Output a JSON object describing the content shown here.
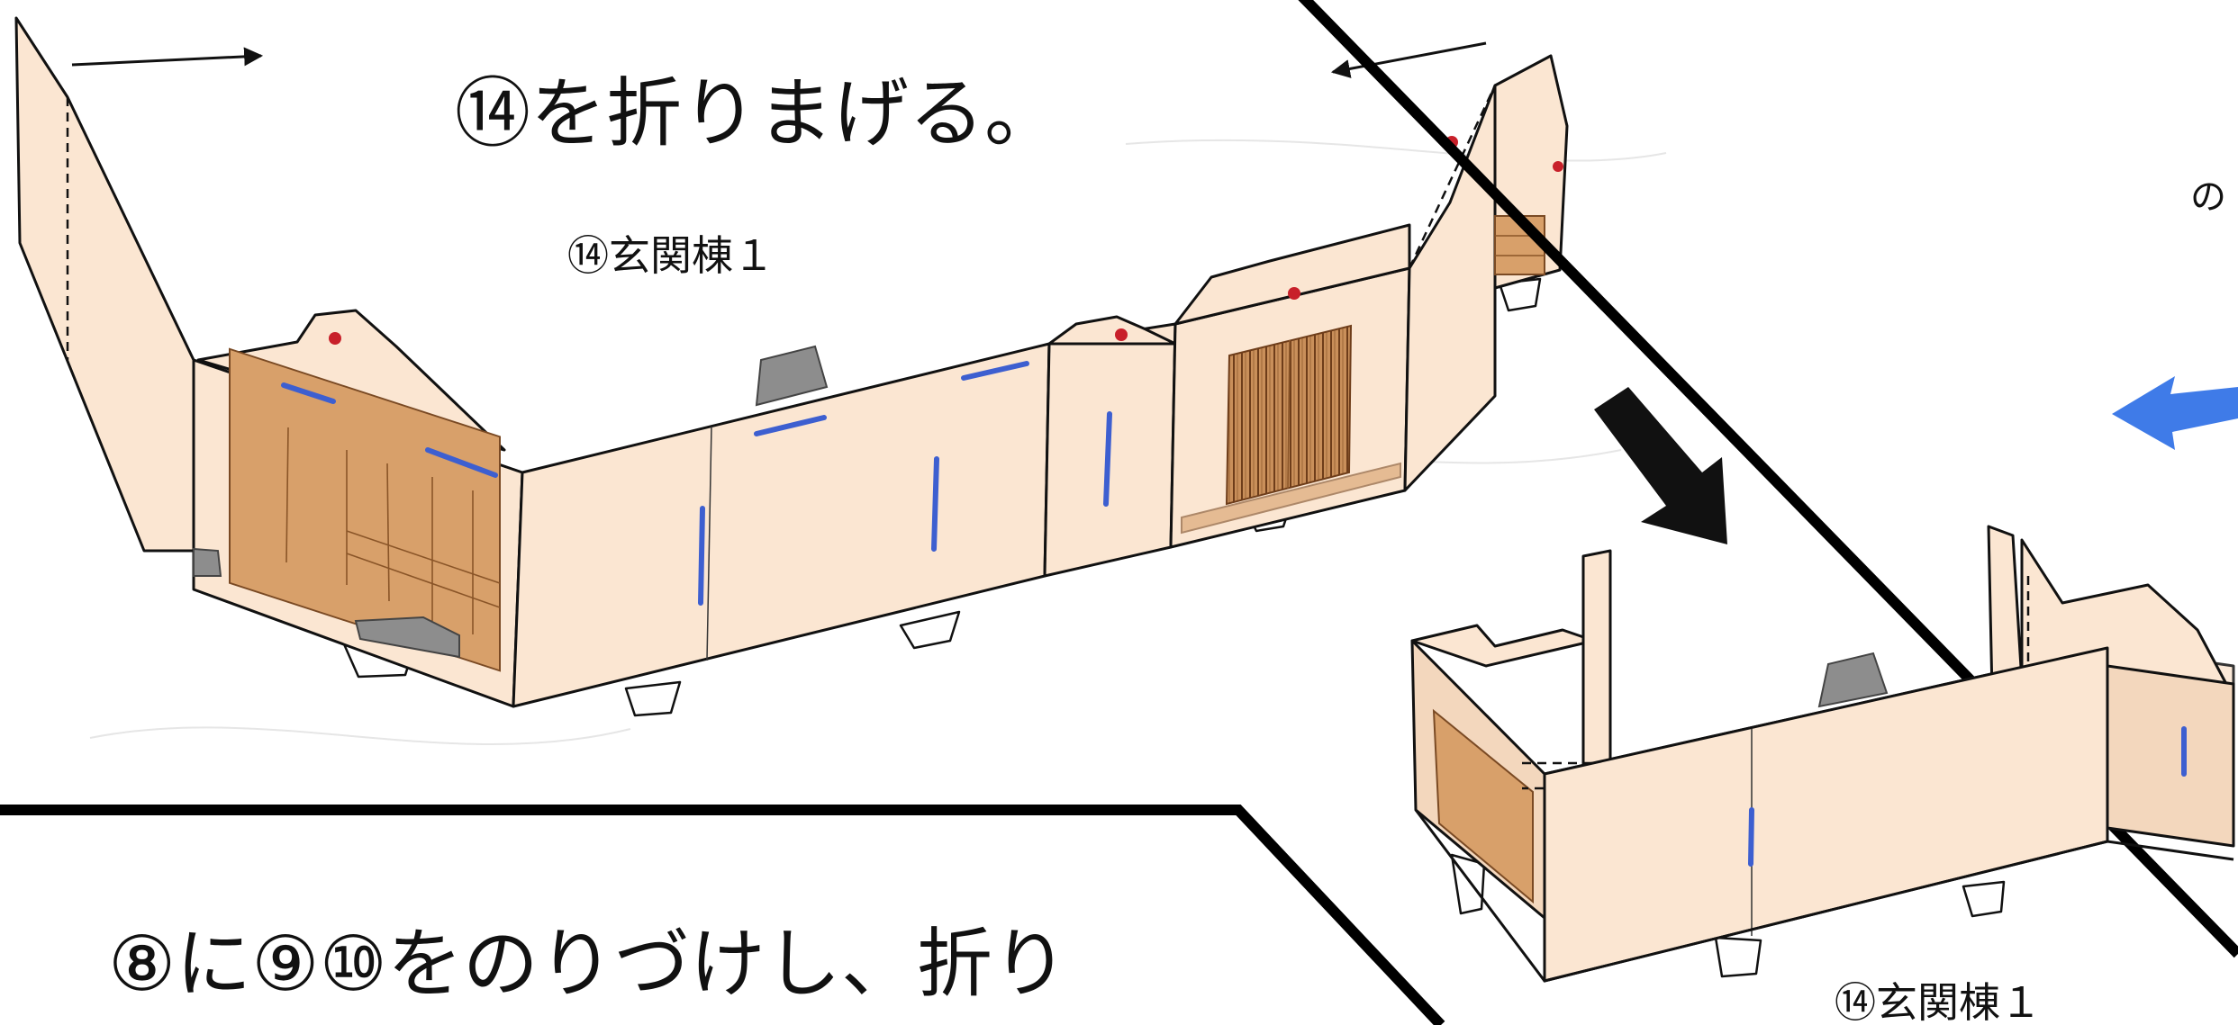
{
  "instructions": {
    "step14_fold": "⑭を折りまげる。",
    "step8_glue": "⑧に⑨⑩をのりづけし、折り",
    "side_fragment": "の"
  },
  "labels": {
    "part14_flat": "⑭玄関棟１",
    "part14_folded": "⑭玄関棟１"
  },
  "colors": {
    "paper": "#fbe6d2",
    "wood": "#d8a06a",
    "fold_mark": "#3d5fd0",
    "glue_dot": "#c8202a",
    "direction_arrow": "#3f7be8",
    "divider": "#000000"
  },
  "icons": {
    "left_arrow": "arrow-right-icon",
    "right_arrow": "arrow-left-icon",
    "step_arrow": "arrow-down-right-icon",
    "side_arrow": "blue-arrow-left-icon"
  }
}
